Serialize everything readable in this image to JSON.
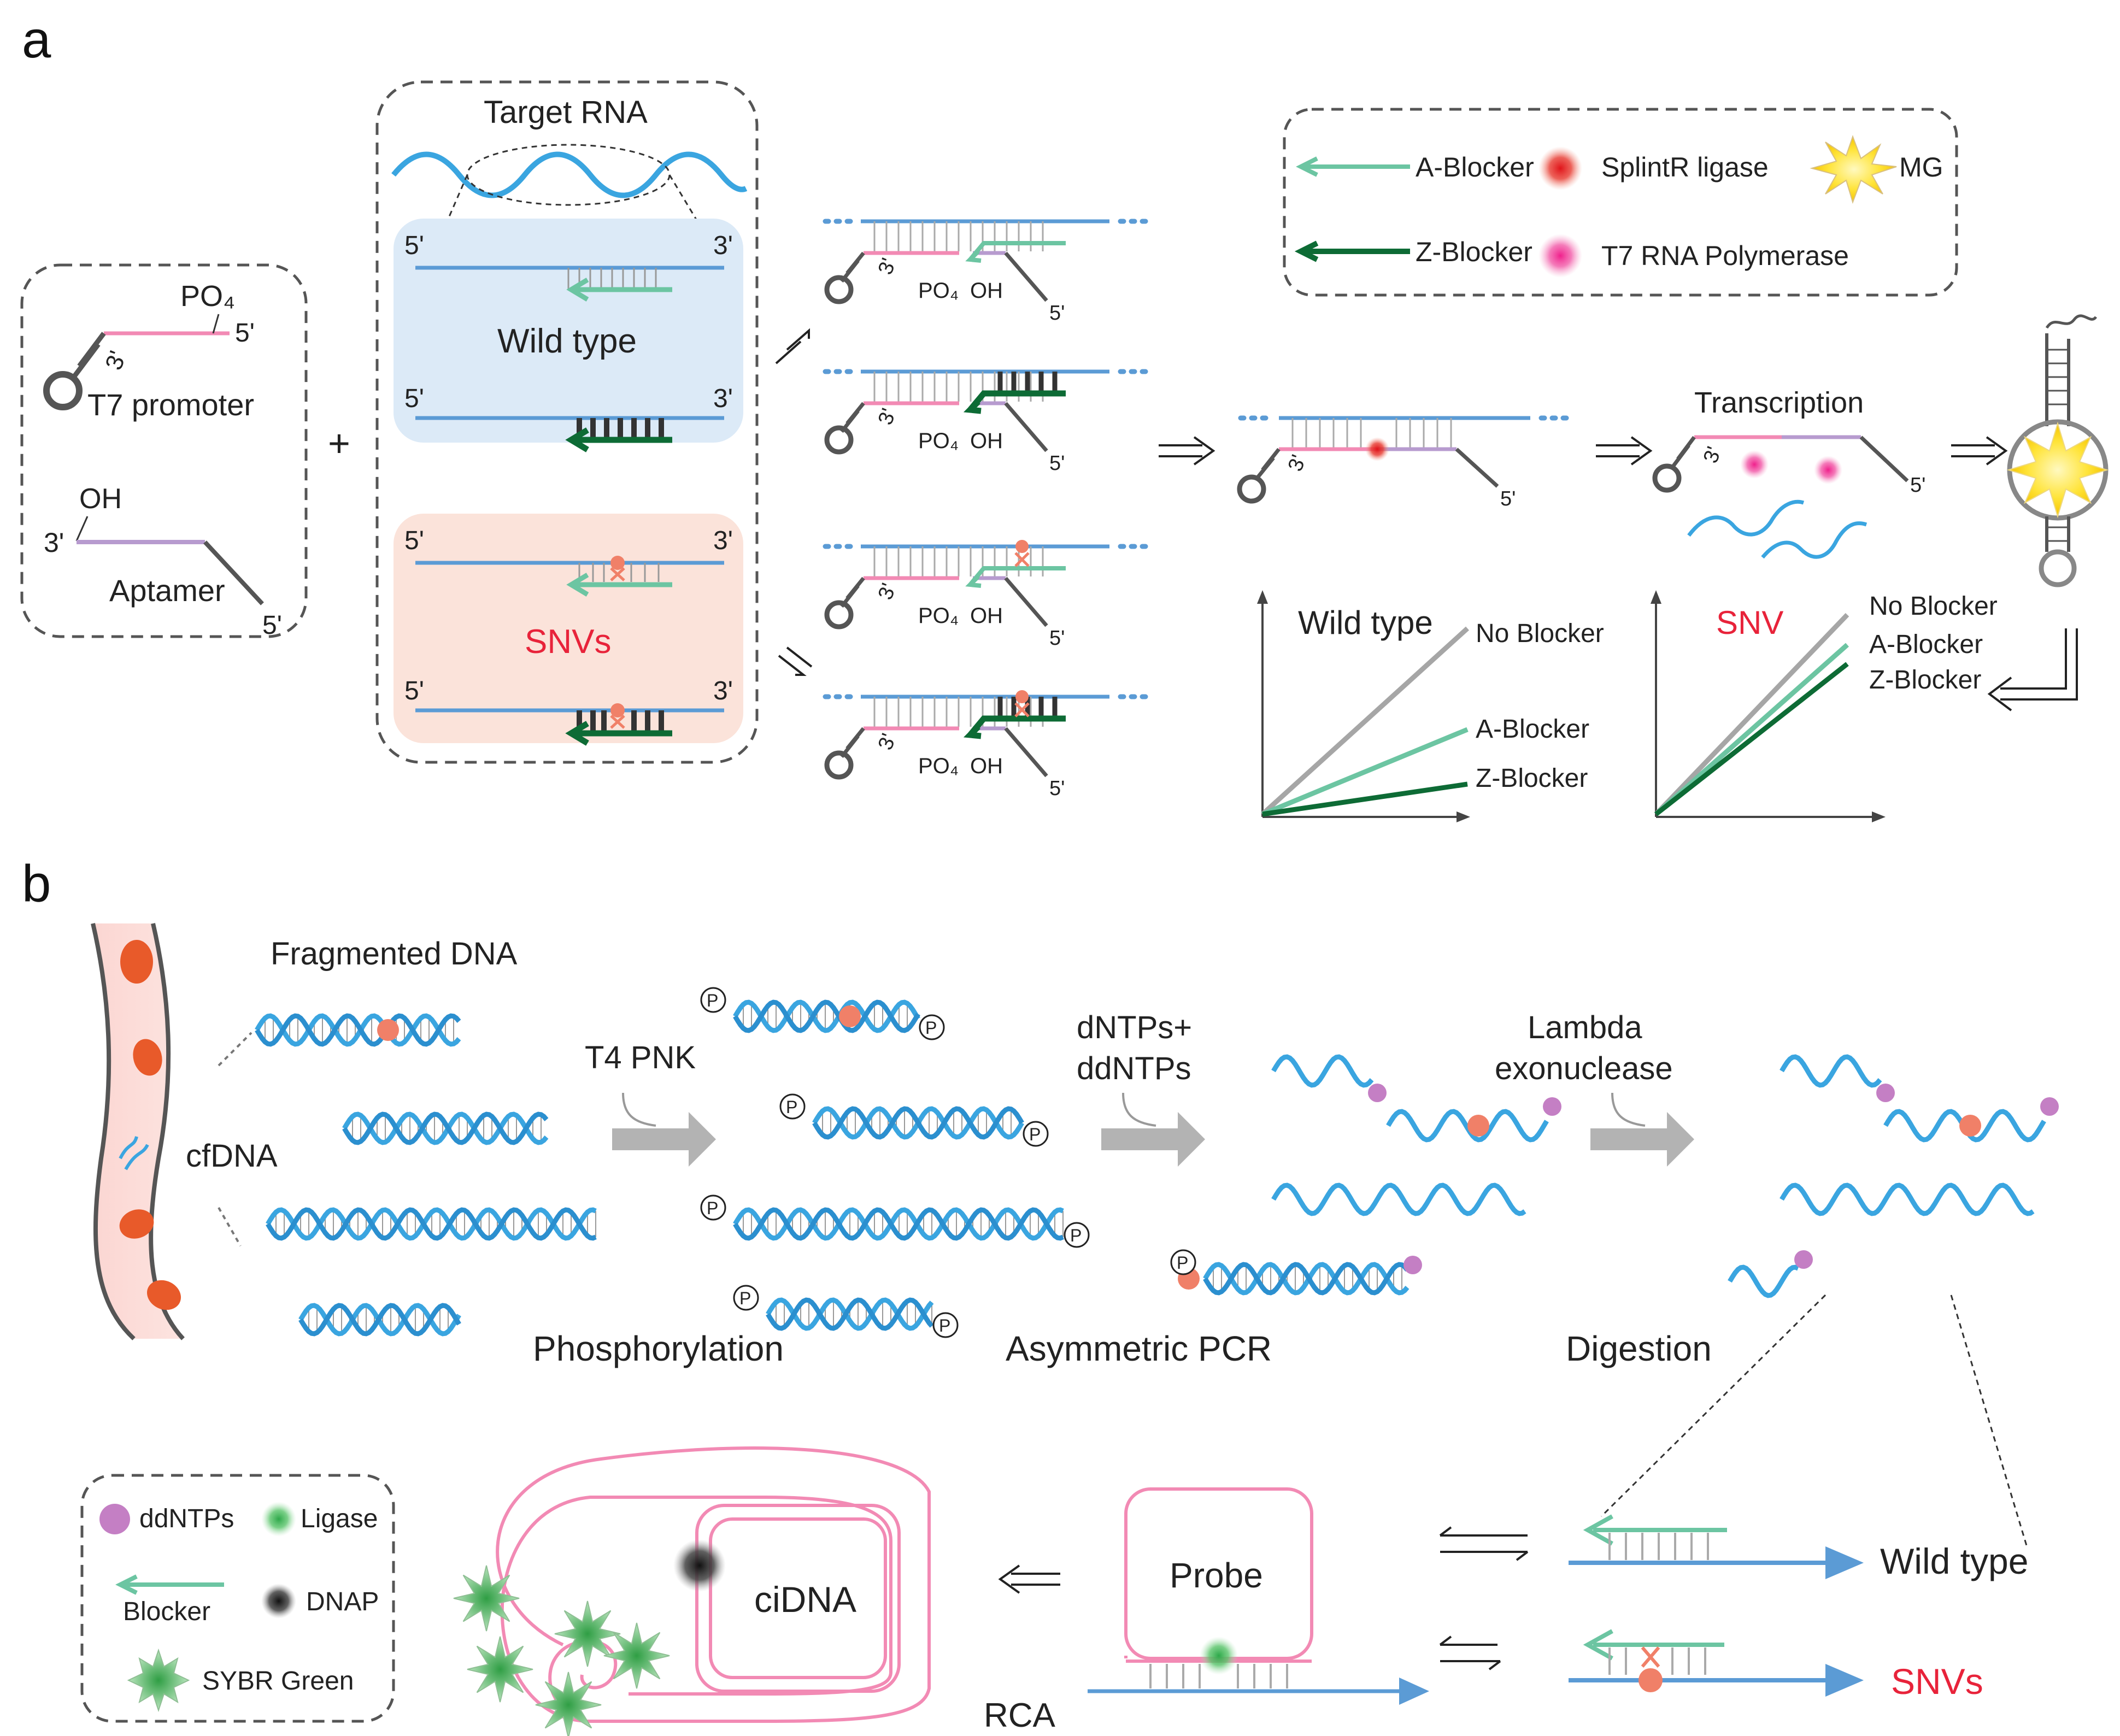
{
  "panels": {
    "a": "a",
    "b": "b"
  },
  "colors": {
    "strand_blue": "#5b9bd5",
    "pink": "#f28ab4",
    "purple": "#b79bcf",
    "light_green": "#6cc5a2",
    "dark_green": "#0d6b35",
    "snv_red": "#e8233a",
    "dot_salmon": "#f08068",
    "ddntp_purple": "#c47fc4",
    "gray_line": "#a6a6a6",
    "wt_box": "#dceaf7",
    "snv_box": "#fbe3da"
  },
  "a": {
    "primer_box": {
      "po4": "PO₄",
      "five": "5'",
      "three": "3'",
      "t7": "T7 promoter",
      "oh": "OH",
      "three2": "3'",
      "aptamer": "Aptamer",
      "five2": "5'"
    },
    "plus": "+",
    "target_box": {
      "title": "Target RNA",
      "five": "5'",
      "three": "3'",
      "wild_type": "Wild type",
      "snvs": "SNVs"
    },
    "complex": {
      "po4": "PO₄",
      "oh": "OH",
      "three": "3'",
      "five": "5'"
    },
    "legend": {
      "a_blocker": "A-Blocker",
      "splintr": "SplintR ligase",
      "mg": "MG",
      "z_blocker": "Z-Blocker",
      "t7pol": "T7 RNA Polymerase"
    },
    "transcription": "Transcription",
    "graph_wt": {
      "title": "Wild type",
      "series": [
        "No Blocker",
        "A-Blocker",
        "Z-Blocker"
      ]
    },
    "graph_snv": {
      "title": "SNV",
      "series": [
        "No Blocker",
        "A-Blocker",
        "Z-Blocker"
      ]
    }
  },
  "b": {
    "fragmented": "Fragmented DNA",
    "cfdna": "cfDNA",
    "pnk": "T4 PNK",
    "phosphorylation": "Phosphorylation",
    "p": "P",
    "dntps": [
      "dNTPs+",
      "ddNTPs"
    ],
    "asym": "Asymmetric PCR",
    "lambda": [
      "Lambda",
      "exonuclease"
    ],
    "digestion": "Digestion",
    "legend": {
      "ddntps": "ddNTPs",
      "ligase": "Ligase",
      "blocker": "Blocker",
      "dnap": "DNAP",
      "sybr": "SYBR Green"
    },
    "cidna": "ciDNA",
    "probe": "Probe",
    "rca": "RCA",
    "wild_type": "Wild type",
    "snvs": "SNVs"
  }
}
